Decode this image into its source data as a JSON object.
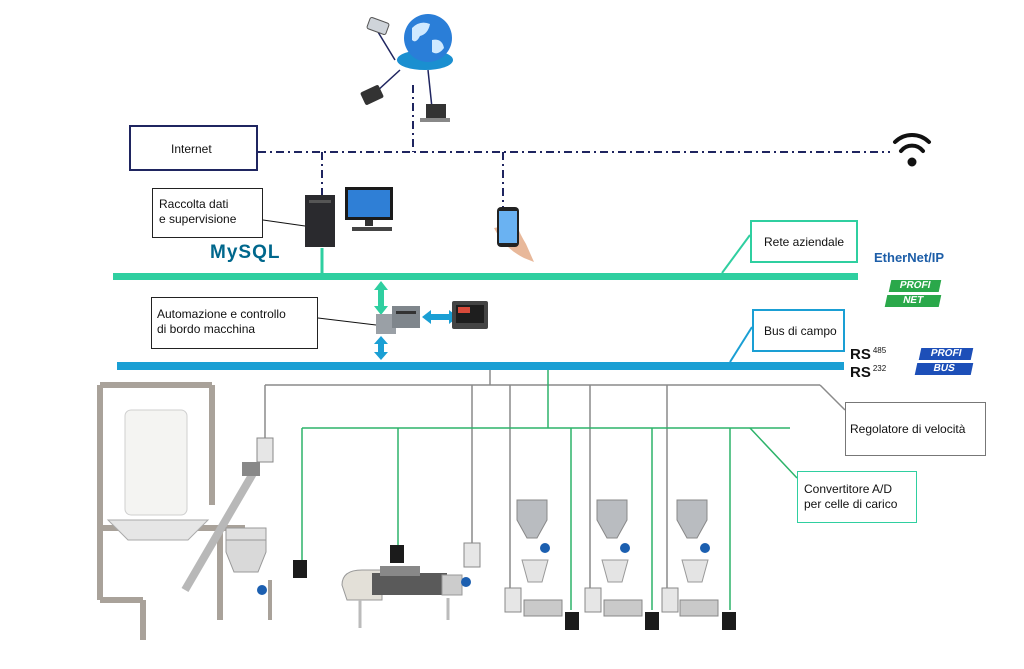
{
  "labels": {
    "internet": "Internet",
    "data_collection": [
      "Raccolta dati",
      "e supervisione"
    ],
    "automation": [
      "Automazione e controllo",
      "di bordo macchina"
    ],
    "company_network": "Rete aziendale",
    "field_bus": "Bus di campo",
    "speed_regulator": "Regolatore di velocità",
    "ad_converter": [
      "Convertitore A/D",
      "per celle di carico"
    ]
  },
  "logos": {
    "mysql": "MySQL",
    "ethernet_ip": "EtherNet/IP",
    "profinet": [
      "PROFI",
      "NET"
    ],
    "profibus": [
      "PROFI",
      "BUS"
    ],
    "rs485": "485",
    "rs232": "232",
    "rs_prefix": "RS"
  },
  "colors": {
    "navy": "#1f2560",
    "green_network": "#2fcfa0",
    "blue_bus": "#1a9fd4",
    "grey_line": "#8a8a8a",
    "green_line": "#2db36a",
    "profi_green": "#2aa84a",
    "profi_blue": "#1d4fb8",
    "mysql_blue": "#00678c",
    "mysql_orange": "#e48e00"
  },
  "icons": [
    "globe-icon",
    "wifi-icon",
    "desktop-computer-icon",
    "smartphone-icon",
    "plc-icon",
    "hmi-panel-icon",
    "bigbag-station-icon",
    "screw-conveyor-icon",
    "belt-feeder-icon",
    "vacuum-loader-icon",
    "control-box-icon"
  ]
}
